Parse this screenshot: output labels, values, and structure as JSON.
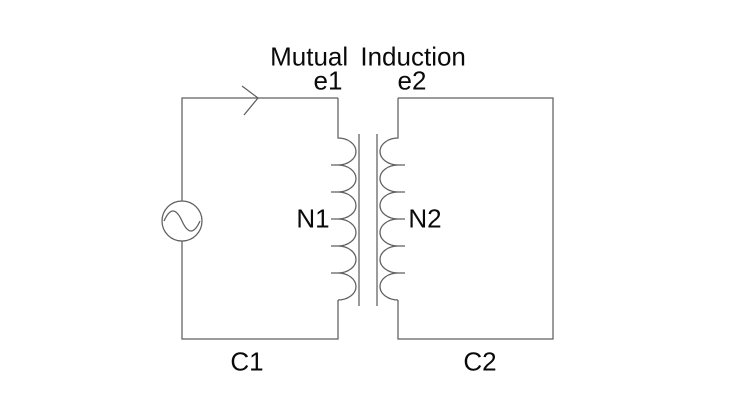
{
  "title": "Mutual Induction",
  "labels": {
    "e1": "e1",
    "e2": "e2",
    "n1": "N1",
    "n2": "N2",
    "c1": "C1",
    "c2": "C2"
  },
  "components": {
    "source": "ac-voltage-source-icon",
    "arrow": "current-direction-arrow-icon",
    "primary_coil": "primary-winding-coil",
    "secondary_coil": "secondary-winding-coil",
    "core": "transformer-core-lines"
  },
  "colors": {
    "background": "#ffffff",
    "line": "#5f5f5f",
    "text": "#0a0a0a"
  }
}
